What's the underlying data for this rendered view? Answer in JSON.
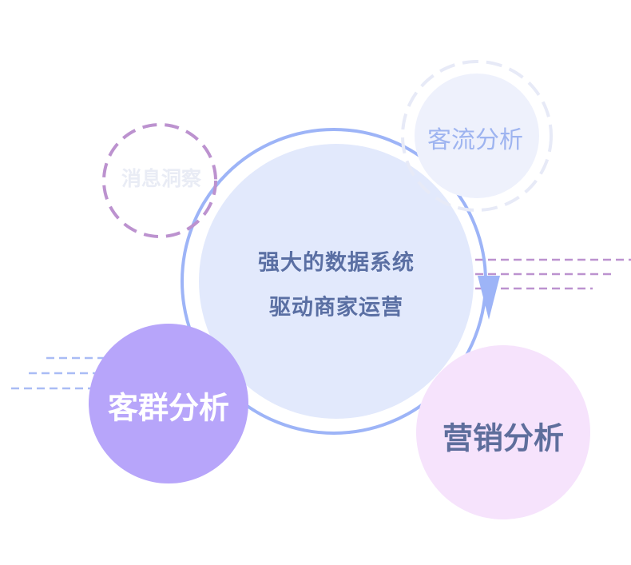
{
  "center": {
    "line1": "强大的数据系统",
    "line2": "驱动商家运营"
  },
  "nodes": {
    "customer_group": "客群分析",
    "marketing": "营销分析",
    "traffic": "客流分析",
    "message": "消息洞察"
  },
  "colors": {
    "orbit_ring": "#9DB4F7",
    "center_fill": "#E2E9FC",
    "center_text": "#5A6FA3",
    "customer_group_fill": "#B7A5FA",
    "marketing_fill": "#F6E3FC",
    "marketing_text": "#5E6E9C",
    "traffic_fill": "#EEF1FC",
    "traffic_text": "#9EB4F0",
    "dashed_purple": "#BC92CF",
    "dashed_light": "#E7EAF7",
    "dashed_blue": "#A9BCF5",
    "message_text": "#E9ECF5",
    "arrow": "#9DB4F7"
  },
  "icons": {
    "arrow": "arrow-down-icon"
  }
}
